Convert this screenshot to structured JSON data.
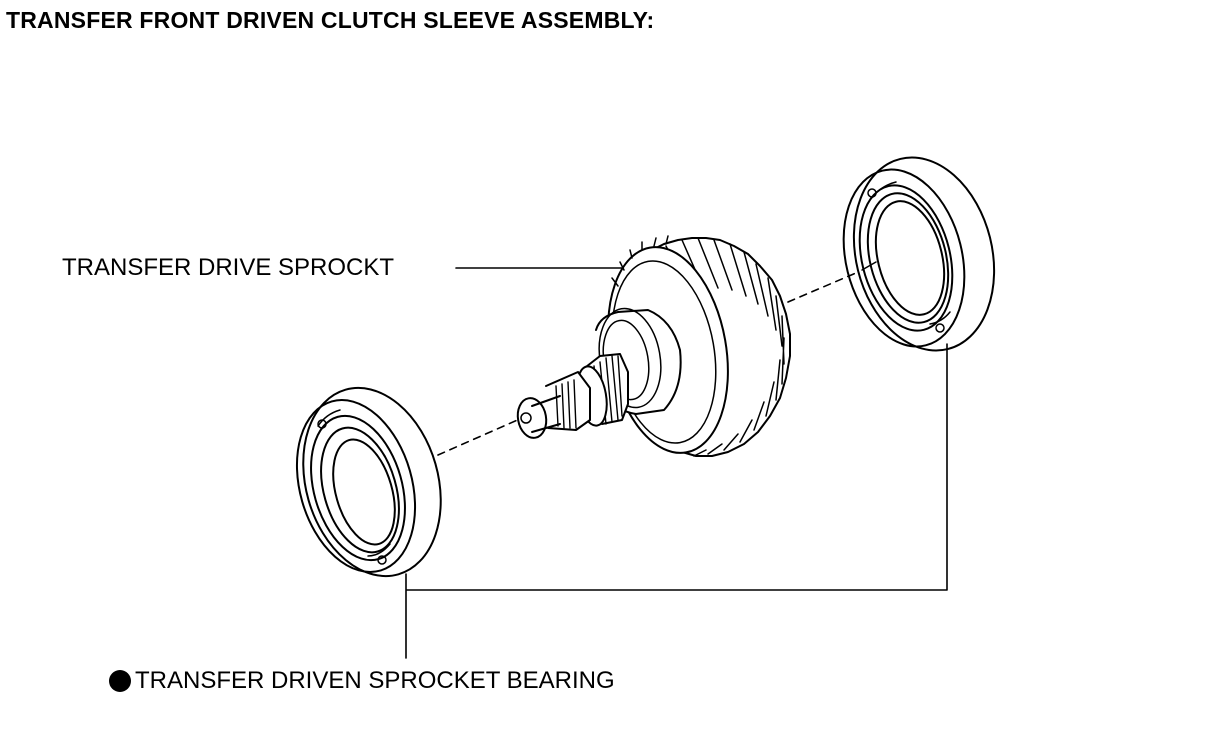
{
  "header": {
    "title": "TRANSFER FRONT DRIVEN CLUTCH SLEEVE ASSEMBLY:"
  },
  "labels": {
    "drive_sprocket": "TRANSFER DRIVE SPROCKT",
    "driven_sprocket_bearing": "TRANSFER DRIVEN SPROCKET BEARING"
  },
  "symbols": {
    "bearing_marker": "filled-circle-icon"
  },
  "colors": {
    "line": "#000000",
    "background": "#ffffff"
  }
}
